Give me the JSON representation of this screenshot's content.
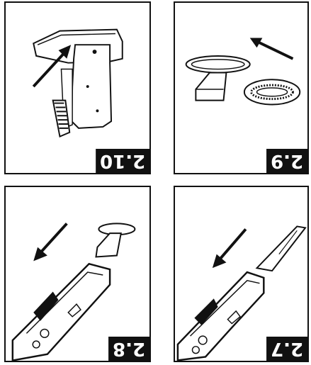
{
  "panels": [
    {
      "id": "p210",
      "label": "2.10"
    },
    {
      "id": "p29",
      "label": "2.9"
    },
    {
      "id": "p28",
      "label": "2.8"
    },
    {
      "id": "p27",
      "label": "2.7"
    }
  ]
}
